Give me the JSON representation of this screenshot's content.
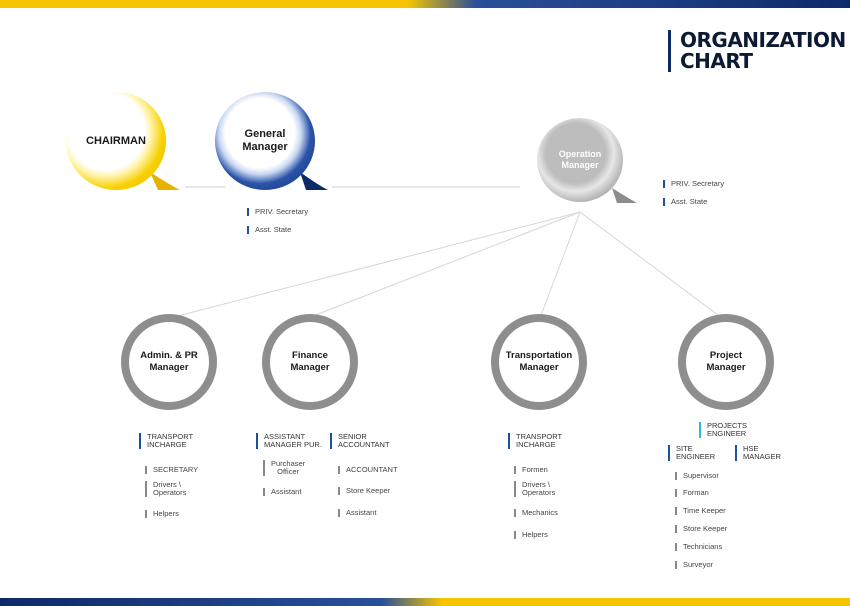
{
  "title": {
    "line1": "ORGANIZATION",
    "line2": "CHART"
  },
  "top": {
    "chairman": "CHAIRMAN",
    "gm_line1": "General",
    "gm_line2": "Manager",
    "gm_staff": [
      "PRIV. Secretary",
      "Asst. State"
    ],
    "om_line1": "Operation",
    "om_line2": "Manager",
    "om_staff": [
      "PRIV. Secretary",
      "Asst. State"
    ]
  },
  "managers": {
    "admin": {
      "line1": "Admin. & PR",
      "line2": "Manager"
    },
    "finance": {
      "line1": "Finance",
      "line2": "Manager"
    },
    "transport": {
      "line1": "Transportation",
      "line2": "Manager"
    },
    "project": {
      "line1": "Project",
      "line2": "Manager"
    }
  },
  "admin_dept": {
    "head": [
      "TRANSPORT",
      "INCHARGE"
    ],
    "secretary": "SECRETARY",
    "drivers": [
      "Drivers \\",
      "Operators"
    ],
    "helpers": "Helpers"
  },
  "finance_dept": {
    "asst_mgr": [
      "ASSISTANT",
      "MANAGER PUR."
    ],
    "senior_acc": [
      "SENIOR",
      "ACCOUNTANT"
    ],
    "purchaser": [
      "Purchaser",
      "Officer"
    ],
    "assistant_left": "Assistant",
    "accountant": "ACCOUNTANT",
    "store_keeper": "Store Keeper",
    "assistant_right": "Assistant"
  },
  "transport_dept": {
    "head": [
      "TRANSPORT",
      "INCHARGE"
    ],
    "formen": "Formen",
    "drivers": [
      "Drivers \\",
      "Operators"
    ],
    "mechanics": "Mechanics",
    "helpers": "Helpers"
  },
  "project_dept": {
    "proj_eng": [
      "PROJECTS",
      "ENGINEER"
    ],
    "site_eng": [
      "SITE",
      "ENGINEER"
    ],
    "hse": [
      "HSE",
      "MANAGER"
    ],
    "staff": [
      "Supervisor",
      "Forman",
      "Time Keeper",
      "Store Keeper",
      "Technicians",
      "Surveyor"
    ]
  },
  "colors": {
    "yellow": "#f6c400",
    "navy": "#0d2a68",
    "gray": "#8e8e8e"
  }
}
